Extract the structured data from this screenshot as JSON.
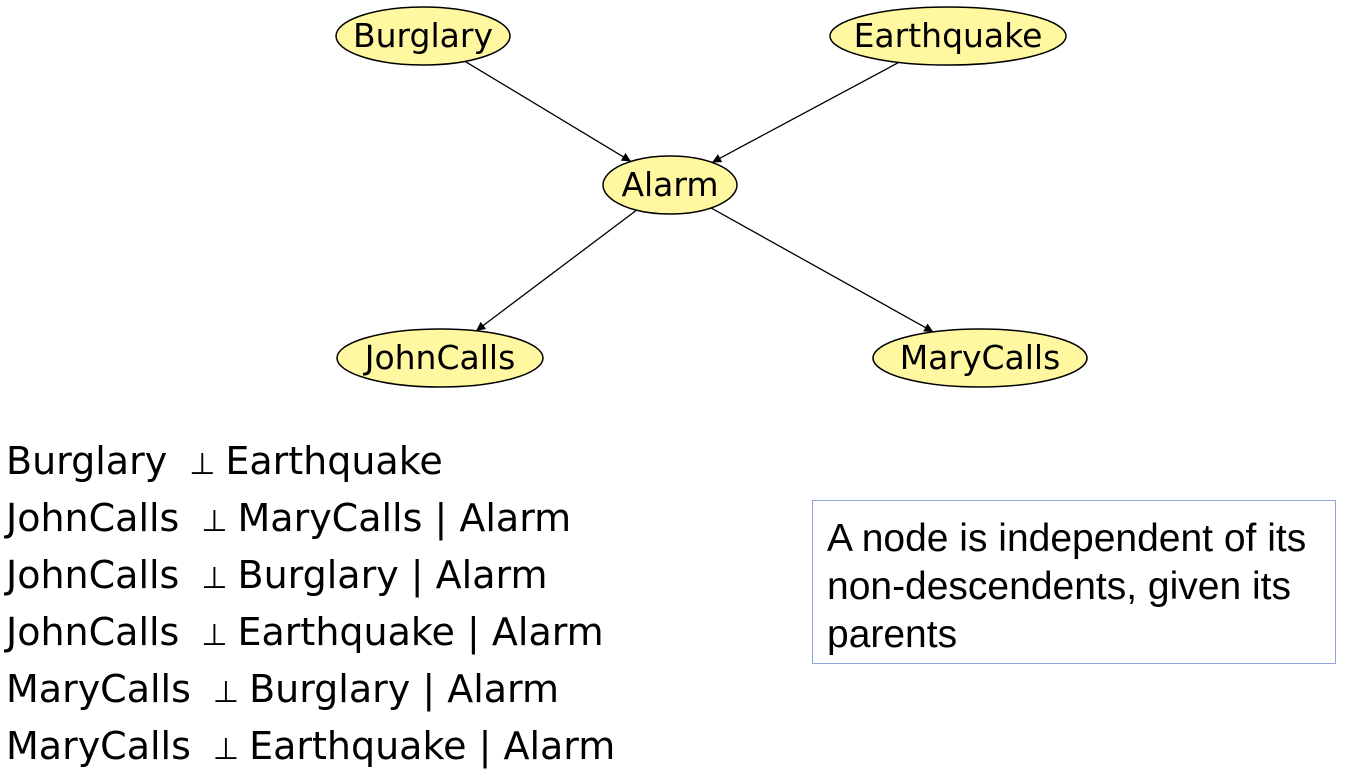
{
  "diagram": {
    "nodes": [
      {
        "id": "burglary",
        "label": "Burglary"
      },
      {
        "id": "earthquake",
        "label": "Earthquake"
      },
      {
        "id": "alarm",
        "label": "Alarm"
      },
      {
        "id": "johncalls",
        "label": "JohnCalls"
      },
      {
        "id": "marycalls",
        "label": "MaryCalls"
      }
    ],
    "edges": [
      {
        "from": "burglary",
        "to": "alarm"
      },
      {
        "from": "earthquake",
        "to": "alarm"
      },
      {
        "from": "alarm",
        "to": "johncalls"
      },
      {
        "from": "alarm",
        "to": "marycalls"
      }
    ],
    "colors": {
      "node_fill": "#fff8a0",
      "box_border": "#8ea6d9"
    }
  },
  "independence": {
    "symbol": "⊥",
    "statements": [
      {
        "left": "Burglary",
        "right": "Earthquake"
      },
      {
        "left": "JohnCalls",
        "right": "MaryCalls | Alarm"
      },
      {
        "left": "JohnCalls",
        "right": "Burglary | Alarm"
      },
      {
        "left": "JohnCalls",
        "right": "Earthquake | Alarm"
      },
      {
        "left": "MaryCalls",
        "right": "Burglary | Alarm"
      },
      {
        "left": "MaryCalls",
        "right": "Earthquake | Alarm"
      }
    ]
  },
  "callout": {
    "text": "A node is independent of its non-descendents, given its parents"
  }
}
